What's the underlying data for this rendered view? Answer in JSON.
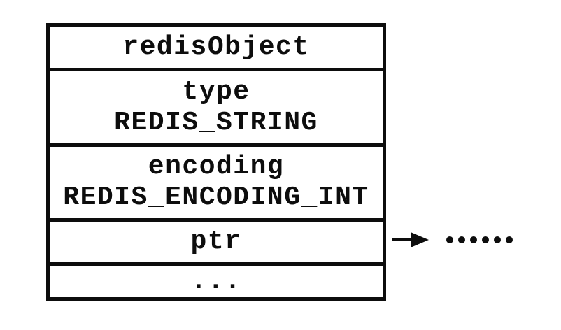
{
  "colors": {
    "ink": "#0d0d0d",
    "background": "#ffffff"
  },
  "diagram": {
    "struct": {
      "rows": [
        {
          "lines": [
            "redisObject"
          ]
        },
        {
          "lines": [
            "type",
            "REDIS_STRING"
          ]
        },
        {
          "lines": [
            "encoding",
            "REDIS_ENCODING_INT"
          ]
        },
        {
          "lines": [
            "ptr"
          ]
        },
        {
          "lines": [
            "..."
          ]
        }
      ]
    },
    "pointer": {
      "dots_count": 6
    }
  }
}
